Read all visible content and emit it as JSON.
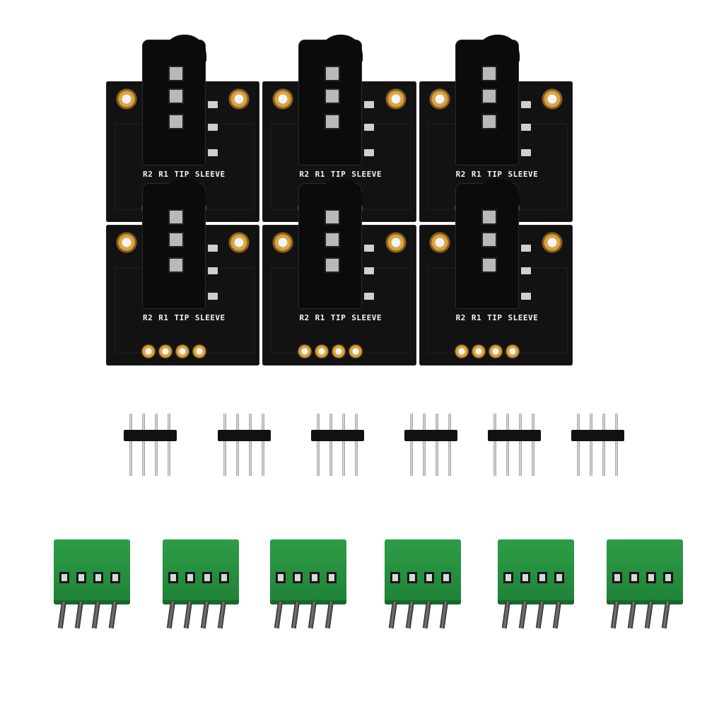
{
  "board_labels": {
    "r2": "R2",
    "r1": "R1",
    "tip": "TIP",
    "sleeve": "SLEEVE"
  },
  "colors": {
    "pcb": "#121212",
    "gold": "#d9a441",
    "terminal_green": "#2e9d47",
    "background": "#ffffff"
  },
  "items": {
    "pcb_module_count": 6,
    "pin_header_count": 6,
    "terminal_block_count": 6
  }
}
